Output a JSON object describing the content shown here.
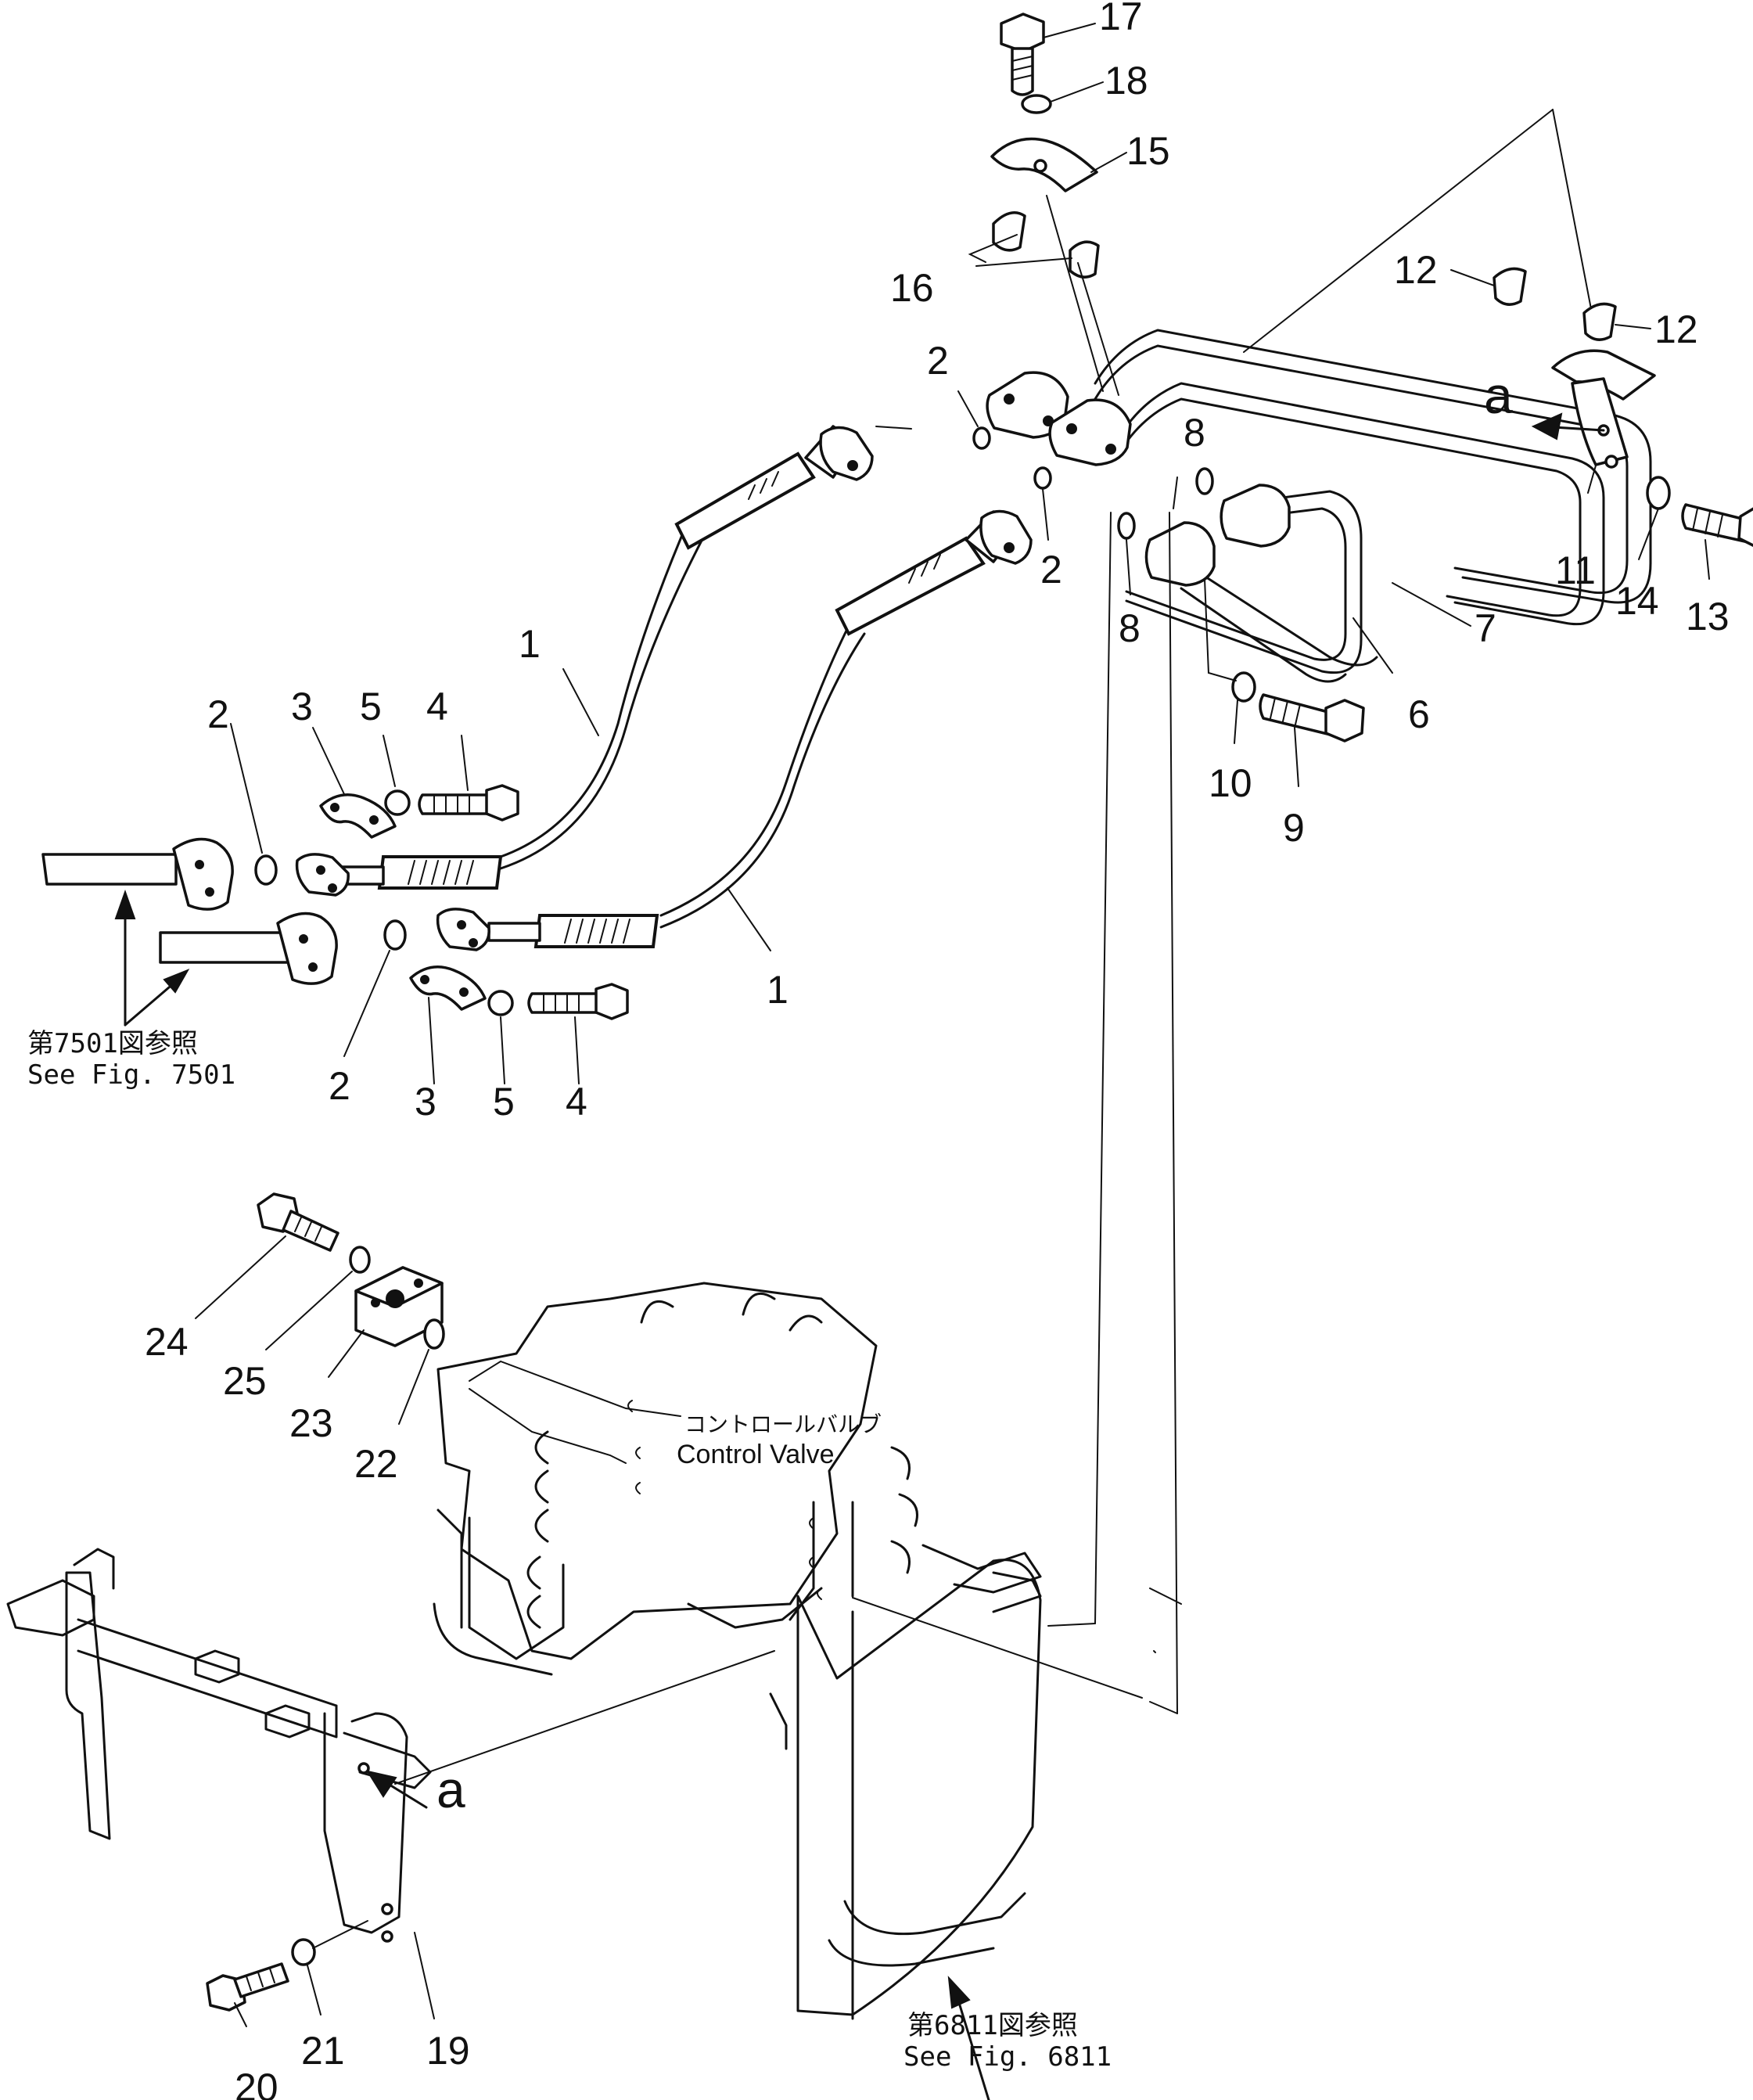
{
  "labels": {
    "p1a": "1",
    "p1b": "1",
    "p2a": "2",
    "p2b": "2",
    "p2c": "2",
    "p2d": "2",
    "p3a": "3",
    "p3b": "3",
    "p4a": "4",
    "p4b": "4",
    "p5a": "5",
    "p5b": "5",
    "p6": "6",
    "p7": "7",
    "p8a": "8",
    "p8b": "8",
    "p9": "9",
    "p10": "10",
    "p11": "11",
    "p12a": "12",
    "p12b": "12",
    "p13": "13",
    "p14": "14",
    "p15": "15",
    "p16": "16",
    "p17": "17",
    "p18": "18",
    "p19": "19",
    "p20": "20",
    "p21": "21",
    "p22": "22",
    "p23": "23",
    "p24": "24",
    "p25": "25"
  },
  "view_markers": {
    "a_top": "a",
    "a_bottom": "a"
  },
  "notes": {
    "fig7501_jp": "第7501図参照",
    "fig7501_en": "See Fig. 7501",
    "fig6811_jp": "第6811図参照",
    "fig6811_en": "See Fig. 6811",
    "control_valve_jp": "コントロールバルブ",
    "control_valve_en": "Control Valve"
  }
}
